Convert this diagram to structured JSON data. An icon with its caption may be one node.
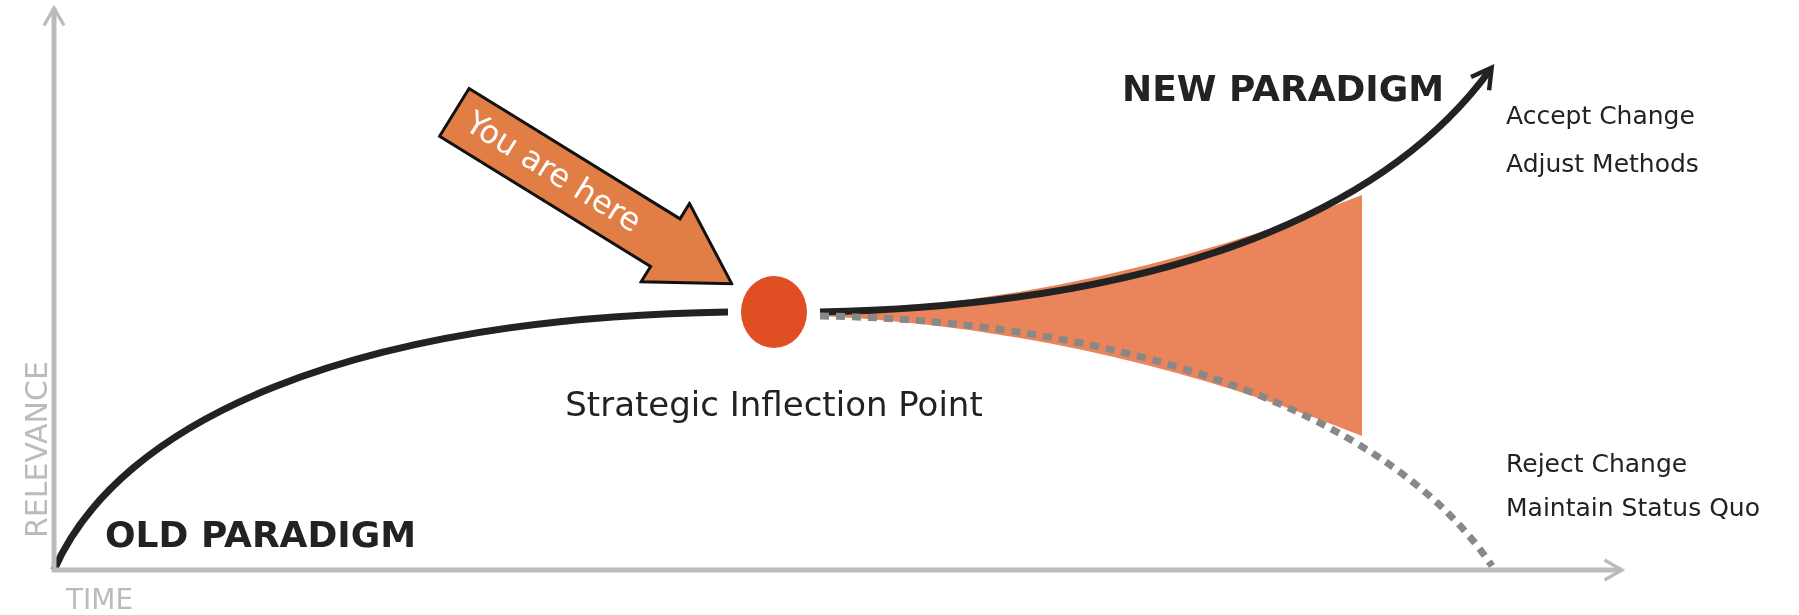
{
  "diagram": {
    "nodes": [
      {
        "text": [
          "You are here"
        ]
      },
      {
        "text": [],
        "shape": "circle",
        "beside": [
          "Strategic Inflection Point"
        ]
      }
    ],
    "labels": [
      "NEW PARADIGM",
      "Accept Change",
      "Adjust Methods",
      "Reject Change",
      "Maintain Status Quo",
      "OLD PARADIGM",
      "RELEVANCE",
      "TIME"
    ]
  }
}
